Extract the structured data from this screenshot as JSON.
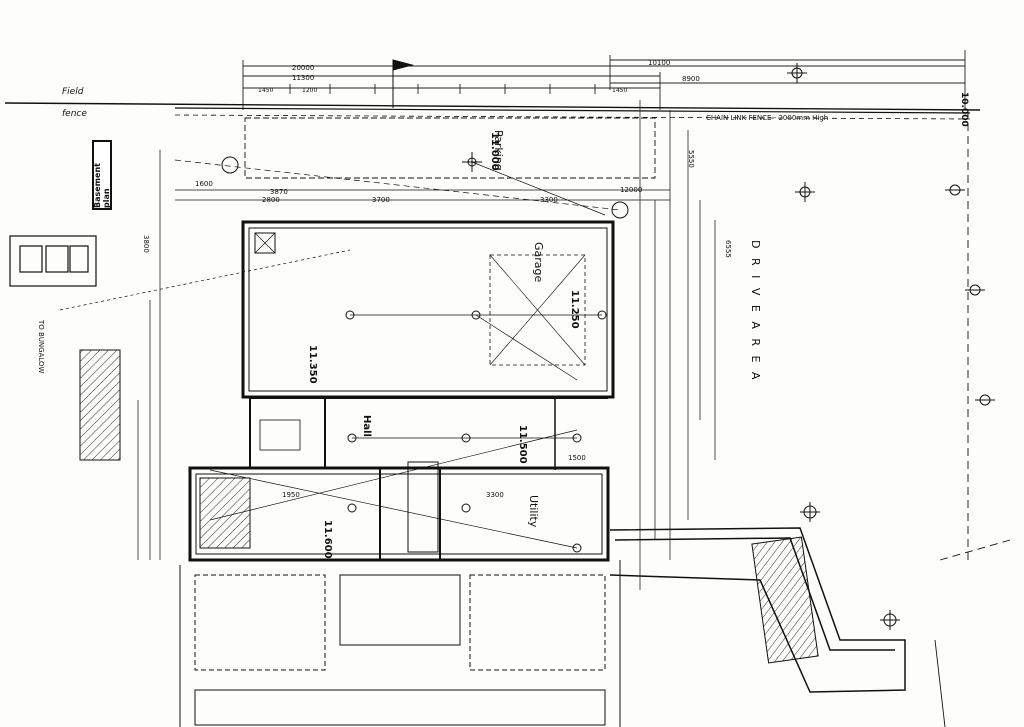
{
  "labels": {
    "field": "Field",
    "fence": "fence",
    "basement_plan": "Basement plan",
    "level_top_right": "10.000",
    "chain_fence": "CHAIN LINK FENCE - 2000mm High",
    "parking": "Parking",
    "parking_level": "11.000",
    "garage": "Garage",
    "garage_level": "11.250",
    "level_11350": "11.350",
    "hall": "Hall",
    "level_11500": "11.500",
    "level_11600": "11.600",
    "utility": "Utility",
    "drive_area": "D R I V E   A R E A",
    "to_bungalow": "TO BUNGALOW",
    "dim_20000": "20000",
    "dim_11300": "11300",
    "dim_10100": "10100",
    "dim_8900": "8900",
    "dim_3870": "3870",
    "dim_3700": "3700",
    "dim_3300": "3300",
    "dim_2800": "2800",
    "dim_1600": "1600",
    "dim_1450": "1450",
    "dim_1200": "1200",
    "dim_12000": "12000",
    "dim_1500": "1500",
    "dim_3800": "3800",
    "dim_5550": "5550",
    "dim_6555": "6555",
    "dim_1950": "1950"
  }
}
